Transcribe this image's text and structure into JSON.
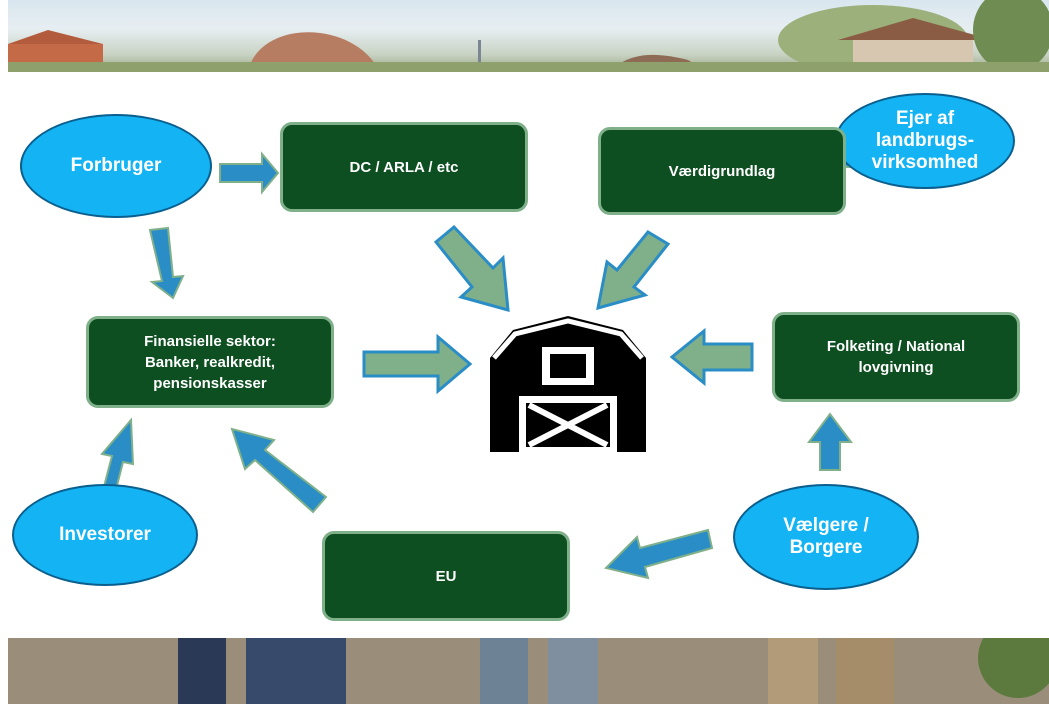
{
  "nodes": {
    "forbruger": "Forbruger",
    "dc_arla": "DC / ARLA / etc",
    "vaerdigrundlag": "Værdigrundlag",
    "ejer": "Ejer af\nlandbrugs-\nvirksomhed",
    "finansielle": "Finansielle sektor:\nBanker, realkredit,\npensionskasser",
    "folketing": "Folketing / National\nlovgivning",
    "investorer": "Investorer",
    "eu": "EU",
    "vaelgere": "Vælgere /\nBorgere"
  },
  "icons": {
    "center": "barn-icon"
  },
  "colors": {
    "box_fill": "#0d4f20",
    "box_border": "#7fb08a",
    "ellipse_fill": "#14b4f4",
    "arrow_blue": "#2a8dc6",
    "arrow_green": "#7fb08a"
  }
}
